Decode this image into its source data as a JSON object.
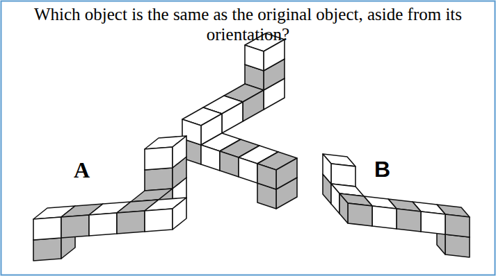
{
  "diagram": {
    "title": "Which object is the same as the original object, aside from its orientation?",
    "labels": [
      "A",
      "B"
    ]
  }
}
